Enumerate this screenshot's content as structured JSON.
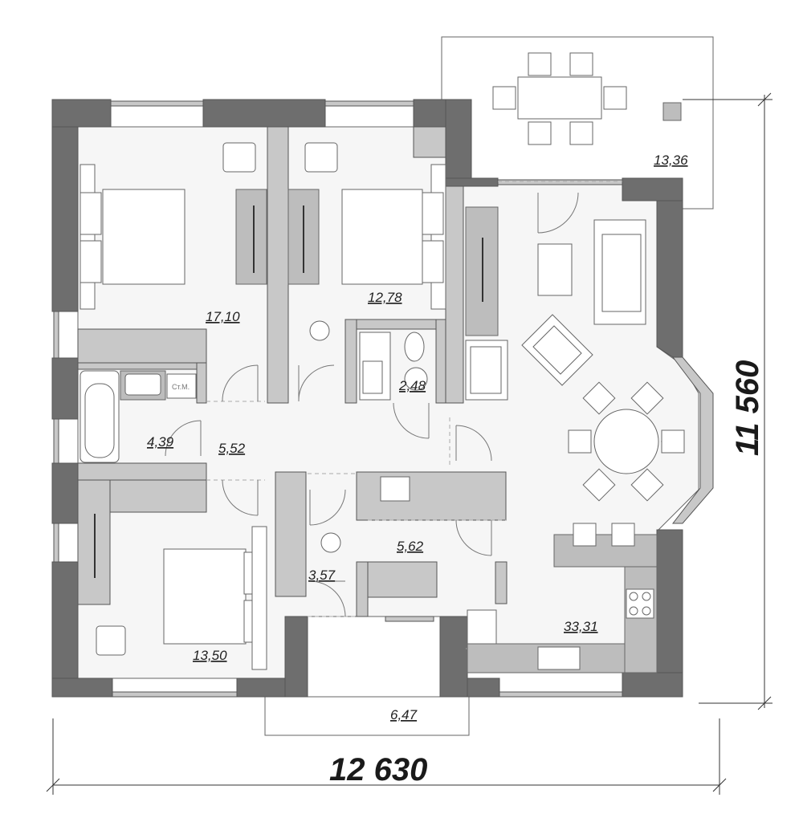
{
  "rooms": [
    {
      "id": "terrace",
      "area": "13,36"
    },
    {
      "id": "bedroom-1",
      "area": "17,10"
    },
    {
      "id": "bedroom-2",
      "area": "12,78"
    },
    {
      "id": "wc",
      "area": "2,48"
    },
    {
      "id": "bathroom",
      "area": "4,39"
    },
    {
      "id": "hallway",
      "area": "5,52"
    },
    {
      "id": "living-kitchen",
      "area": "33,31"
    },
    {
      "id": "utility",
      "area": "5,62"
    },
    {
      "id": "vestibule",
      "area": "3,57"
    },
    {
      "id": "bedroom-3",
      "area": "13,50"
    },
    {
      "id": "porch",
      "area": "6,47"
    }
  ],
  "dimensions": {
    "width": "12 630",
    "height": "11 560"
  },
  "fixtures": {
    "washing_machine_label": "Ст.М."
  },
  "colors": {
    "wall": "#6e6e6e",
    "built_in": "#c8c8c8",
    "floor": "#f6f6f6"
  }
}
